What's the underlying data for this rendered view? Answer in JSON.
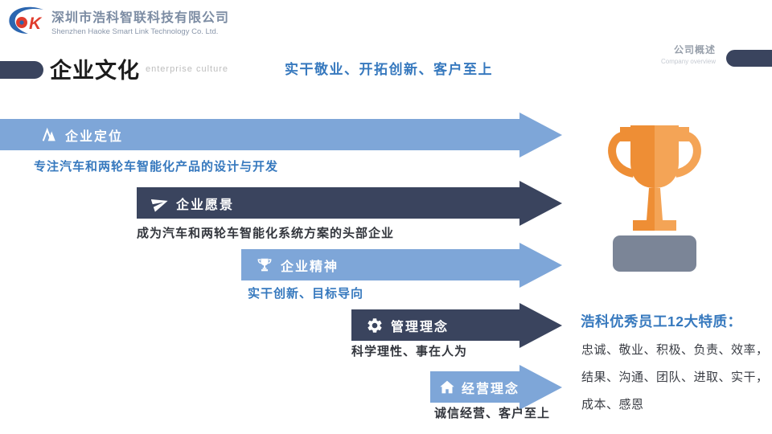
{
  "header": {
    "logo_letter": "K",
    "company_name_zh": "深圳市浩科智联科技有限公司",
    "company_name_en": "Shenzhen Haoke Smart Link Technology Co. Ltd.",
    "section_zh": "公司概述",
    "section_en": "Company overview"
  },
  "title": {
    "zh": "企业文化",
    "en": "enterprise culture",
    "slogan": "实干敬业、开拓创新、客户至上"
  },
  "banners": [
    {
      "label": "企业定位",
      "icon": "mountain-icon",
      "desc": "专注汽车和两轮车智能化产品的设计与开发",
      "theme": "light",
      "desc_color": "blue"
    },
    {
      "label": "企业愿景",
      "icon": "paper-plane-icon",
      "desc": "成为汽车和两轮车智能化系统方案的头部企业",
      "theme": "dark",
      "desc_color": "dark"
    },
    {
      "label": "企业精神",
      "icon": "trophy-icon",
      "desc": "实干创新、目标导向",
      "theme": "light",
      "desc_color": "blue"
    },
    {
      "label": "管理理念",
      "icon": "gear-icon",
      "desc": "科学理性、事在人为",
      "theme": "dark",
      "desc_color": "dark"
    },
    {
      "label": "经营理念",
      "icon": "home-icon",
      "desc": "诚信经营、客户至上",
      "theme": "light",
      "desc_color": "dark"
    }
  ],
  "right_panel": {
    "heading": "浩科优秀员工12大特质：",
    "traits_lines": [
      "忠诚、敬业、积极、负责、效率，",
      "结果、沟通、团队、进取、实干，",
      "成本、感恩"
    ]
  },
  "colors": {
    "banner_light": "#7EA6D8",
    "banner_dark": "#3A445E",
    "accent_blue": "#3779BE",
    "text_dark": "#33363D",
    "trophy_orange": "#EE8E35",
    "trophy_orange_light": "#F4A456",
    "trophy_base": "#7B8597"
  }
}
